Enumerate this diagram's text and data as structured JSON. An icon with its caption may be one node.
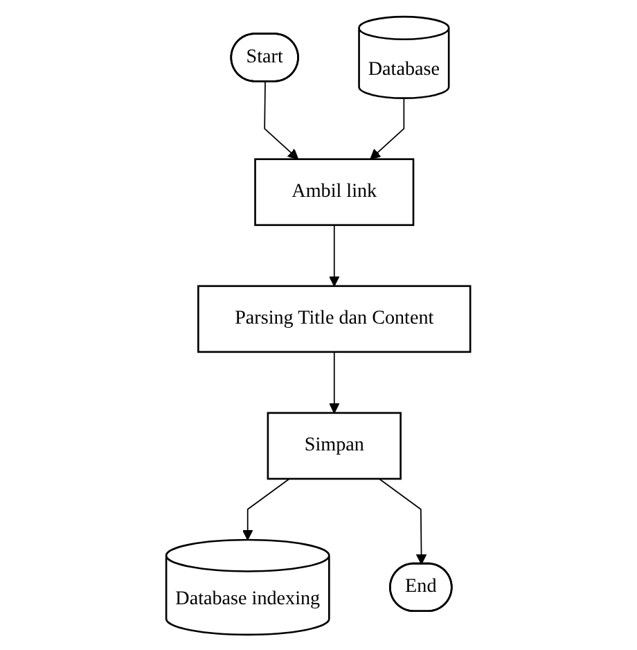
{
  "diagram": {
    "nodes": [
      {
        "text": [
          "Start"
        ]
      },
      {
        "text": [
          "Database"
        ]
      },
      {
        "text": [
          "Ambil link"
        ]
      },
      {
        "text": [
          "Parsing Title dan Content"
        ]
      },
      {
        "text": [
          "Simpan"
        ]
      },
      {
        "text": [
          "Database indexing"
        ]
      },
      {
        "text": [
          "End"
        ]
      }
    ],
    "edges": [
      {
        "from": 0,
        "to": 2,
        "arrow": "to"
      },
      {
        "from": 1,
        "to": 2,
        "arrow": "to"
      },
      {
        "from": 2,
        "to": 3,
        "arrow": "to"
      },
      {
        "from": 3,
        "to": 4,
        "arrow": "to"
      },
      {
        "from": 4,
        "to": 5,
        "arrow": "to"
      },
      {
        "from": 4,
        "to": 6,
        "arrow": "to"
      }
    ]
  }
}
